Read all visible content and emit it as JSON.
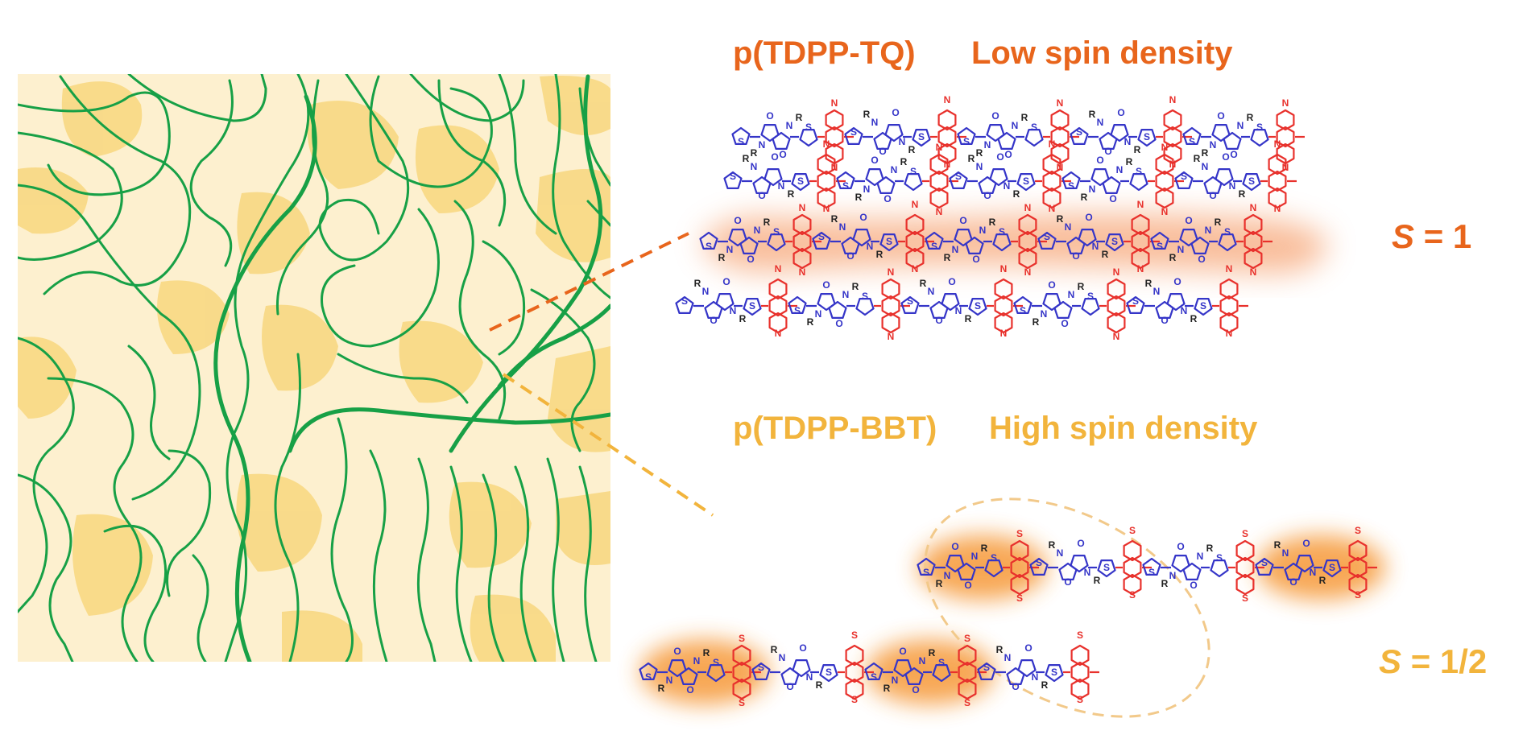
{
  "colors": {
    "orange": "#e8651c",
    "amber": "#f2b43c",
    "green": "#17a046",
    "paper": "#fdf0cf",
    "blob": "#f8d77e",
    "donor": "#3535c8",
    "acceptor": "#e8312c"
  },
  "top": {
    "polymer_name": "p(TDPP-TQ)",
    "density_label": "Low spin density",
    "spin_symbol": "S",
    "spin_value": "= 1"
  },
  "bottom": {
    "polymer_name": "p(TDPP-BBT)",
    "density_label": "High spin density",
    "spin_symbol": "S",
    "spin_value": "= 1/2"
  },
  "structure_atoms": [
    "S",
    "N",
    "O",
    "R"
  ]
}
